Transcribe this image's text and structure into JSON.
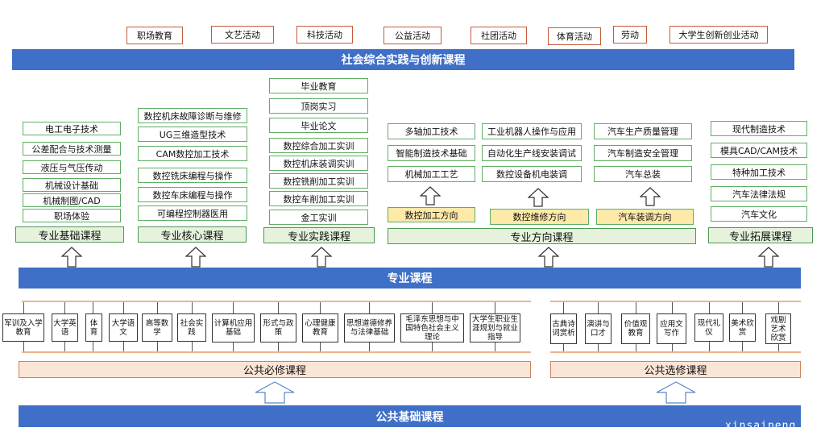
{
  "activities": [
    "职场教育",
    "文艺活动",
    "科技活动",
    "公益活动",
    "社团活动",
    "体育活动",
    "劳动",
    "大学生创新创业活动"
  ],
  "social_bar": "社会综合实践与创新课程",
  "groups": {
    "basic": {
      "title": "专业基础课程",
      "items": [
        "电工电子技术",
        "公差配合与技术测量",
        "液压与气压传动",
        "机械设计基础",
        "机械制图/CAD",
        "职场体验"
      ]
    },
    "core": {
      "title": "专业核心课程",
      "items": [
        "数控机床故障诊断与维修",
        "UG三维造型技术",
        "CAM数控加工技术",
        "数控铣床编程与操作",
        "数控车床编程与操作",
        "可编程控制器医用"
      ]
    },
    "practice": {
      "title": "专业实践课程",
      "items": [
        "毕业教育",
        "顶岗实习",
        "毕业论文",
        "数控综合加工实训",
        "数控机床装调实训",
        "数控铣削加工实训",
        "数控车削加工实训",
        "金工实训"
      ]
    },
    "direction": {
      "title": "专业方向课程",
      "columns": [
        {
          "items": [
            "多轴加工技术",
            "智能制造技术基础",
            "机械加工工艺"
          ],
          "label": "数控加工方向"
        },
        {
          "items": [
            "工业机器人操作与应用",
            "自动化生产线安装调试",
            "数控设备机电装调"
          ],
          "label": "数控维修方向"
        },
        {
          "items": [
            "汽车生产质量管理",
            "汽车制造安全管理",
            "汽车总装"
          ],
          "label": "汽车装调方向"
        }
      ]
    },
    "extend": {
      "title": "专业拓展课程",
      "items": [
        "现代制造技术",
        "模具CAD/CAM技术",
        "特种加工技术",
        "汽车法律法规",
        "汽车文化"
      ]
    }
  },
  "major_bar": "专业课程",
  "required": {
    "title": "公共必修课程",
    "items": [
      "军训及入学教育",
      "大学英语",
      "体育",
      "大学语文",
      "高等数学",
      "社会实践",
      "计算机应用基础",
      "形式与政策",
      "心理健康教育",
      "思想道德修养与法律基础",
      "毛泽东思想与中国特色社会主义理论",
      "大学生职业生涯规划与就业指导"
    ]
  },
  "elective": {
    "title": "公共选修课程",
    "items": [
      "古典诗词赏析",
      "演讲与口才",
      "价值观教育",
      "应用文写作",
      "现代礼仪",
      "美术欣赏",
      "戏剧艺术欣赏"
    ]
  },
  "foundation_bar": "公共基础课程",
  "watermark": "xinsaipeng"
}
